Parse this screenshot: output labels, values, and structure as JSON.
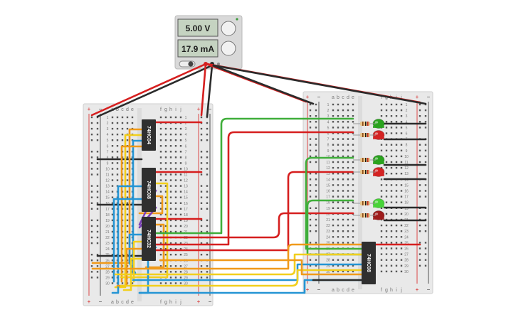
{
  "power_supply": {
    "voltage": "5.00 V",
    "current": "17.9 mA"
  },
  "breadboard_left": {
    "column_letters": [
      "a",
      "b",
      "c",
      "d",
      "e",
      "f",
      "g",
      "h",
      "i",
      "j"
    ],
    "rail_plus": "+",
    "rail_minus": "−",
    "rows": 30
  },
  "breadboard_right": {
    "column_letters": [
      "a",
      "b",
      "c",
      "d",
      "e",
      "f",
      "g",
      "h",
      "i",
      "j"
    ],
    "rail_plus": "+",
    "rail_minus": "−",
    "rows": 30
  },
  "chips": [
    {
      "label": "74HC04"
    },
    {
      "label": "74HC08"
    },
    {
      "label": "74HC32"
    },
    {
      "label": "74HC08"
    }
  ],
  "leds": [
    {
      "color": "#2aa31e"
    },
    {
      "color": "#d42323"
    },
    {
      "color": "#2aa31e"
    },
    {
      "color": "#d42323"
    },
    {
      "color": "#48d438"
    },
    {
      "color": "#9e1c1c"
    }
  ],
  "colors": {
    "wire_red": "#d61f1f",
    "wire_black": "#2b2b2b",
    "wire_green": "#3fae3a",
    "wire_orange": "#f09a1a",
    "wire_yellow": "#f2cf1d",
    "wire_blue": "#2595d4",
    "wire_purple": "#7b3fb8",
    "board": "#e9e9e9",
    "chip": "#2f2f2f"
  }
}
